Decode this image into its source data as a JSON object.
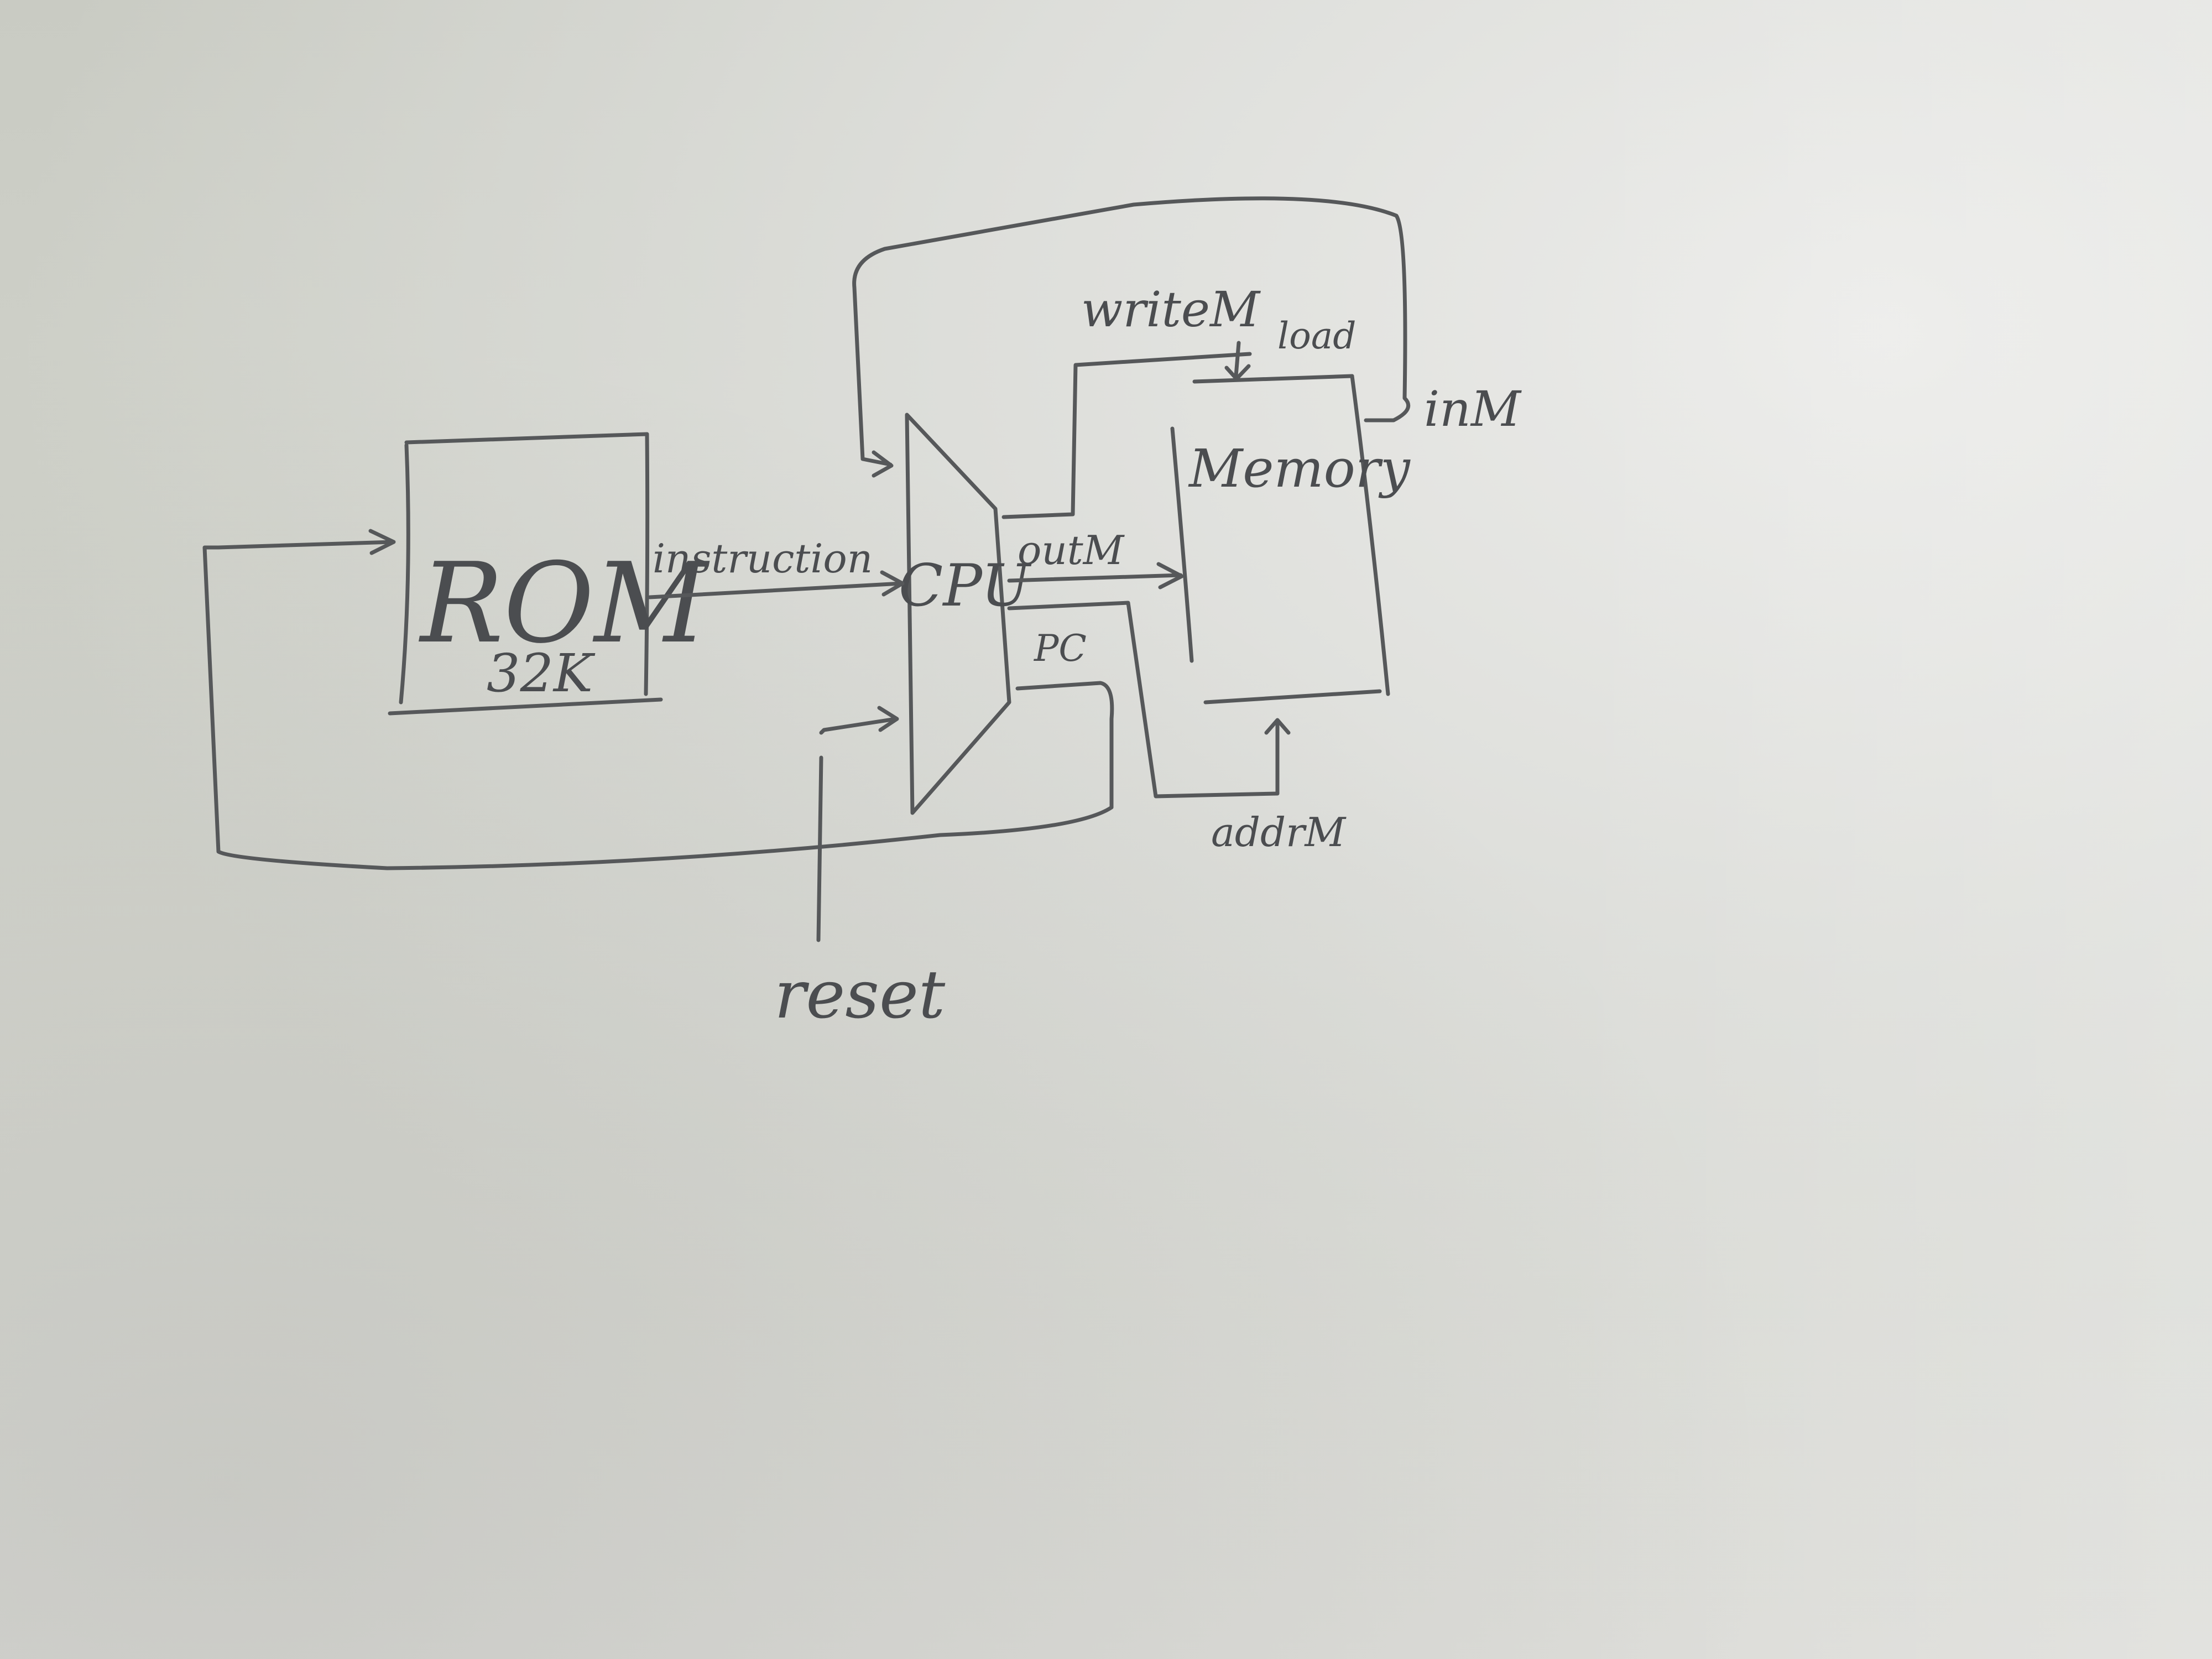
{
  "diagram": {
    "rom_label": "ROM",
    "rom_size": "32K",
    "cpu_label": "CPU",
    "memory_label": "Memory",
    "instruction_label": "instruction",
    "outm_label": "outM",
    "pc_label": "PC",
    "writem_label": "writeM",
    "load_label": "load",
    "inm_label": "inM",
    "addrm_label": "addrM",
    "reset_label": "reset"
  }
}
